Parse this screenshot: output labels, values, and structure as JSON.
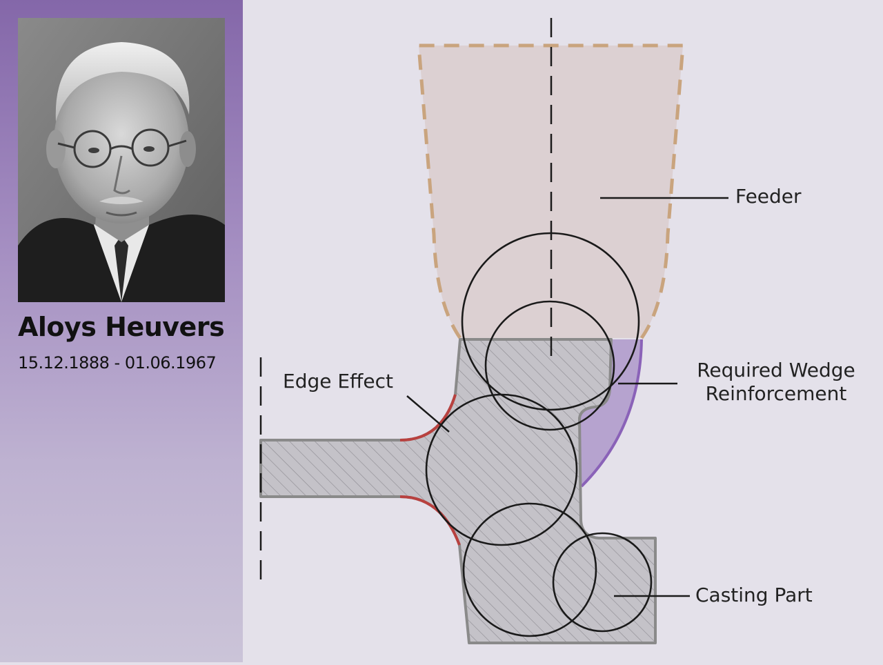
{
  "person": {
    "name": "Aloys Heuvers",
    "dates": "15.12.1888 - 01.06.1967"
  },
  "diagram": {
    "labels": {
      "feeder": "Feeder",
      "edge_effect": "Edge Effect",
      "wedge_line1": "Required Wedge",
      "wedge_line2": "Reinforcement",
      "casting_part": "Casting Part"
    }
  },
  "colors": {
    "sidebar_top": "#8467a9",
    "background": "#e4e1ea",
    "feeder_fill": "#dcd0d2",
    "feeder_outline": "#c9a47e",
    "casting_fill": "#c4c2c8",
    "casting_outline": "#8a8a8a",
    "wedge_fill": "#b6a3cf",
    "wedge_outline": "#8a62b8",
    "edge_effect": "#b8413f"
  }
}
